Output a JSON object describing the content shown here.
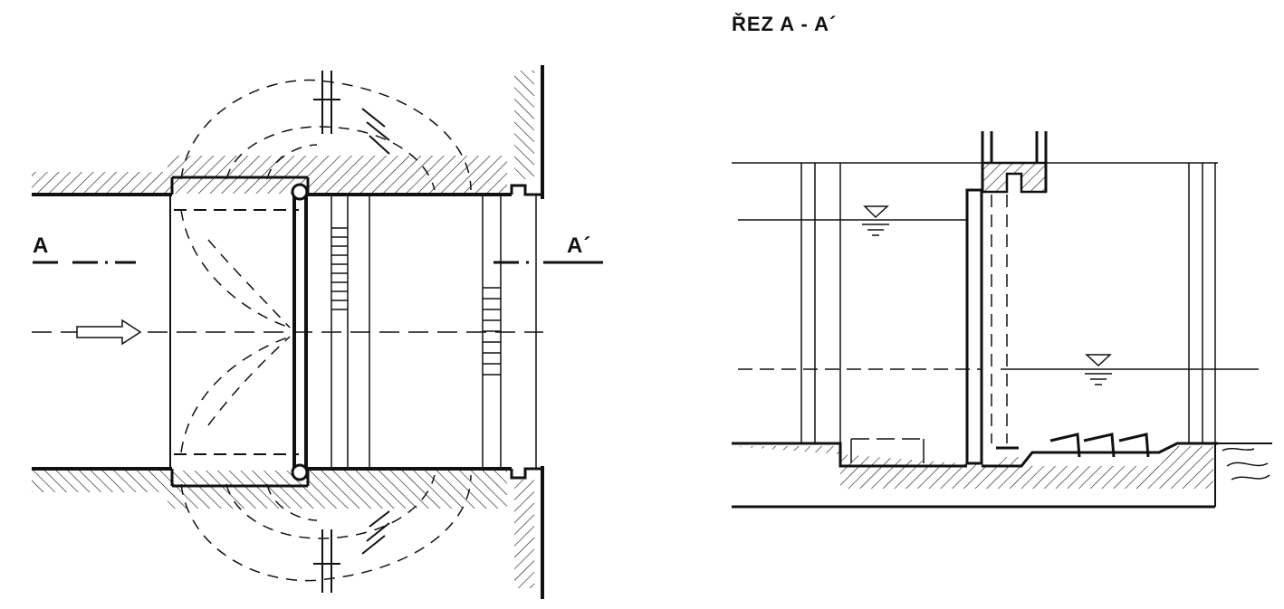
{
  "labels": {
    "section_title": "ŘEZ A - A´",
    "cut_start": "A",
    "cut_end": "A´"
  },
  "colors": {
    "ink": "#111111",
    "paper": "#ffffff"
  }
}
